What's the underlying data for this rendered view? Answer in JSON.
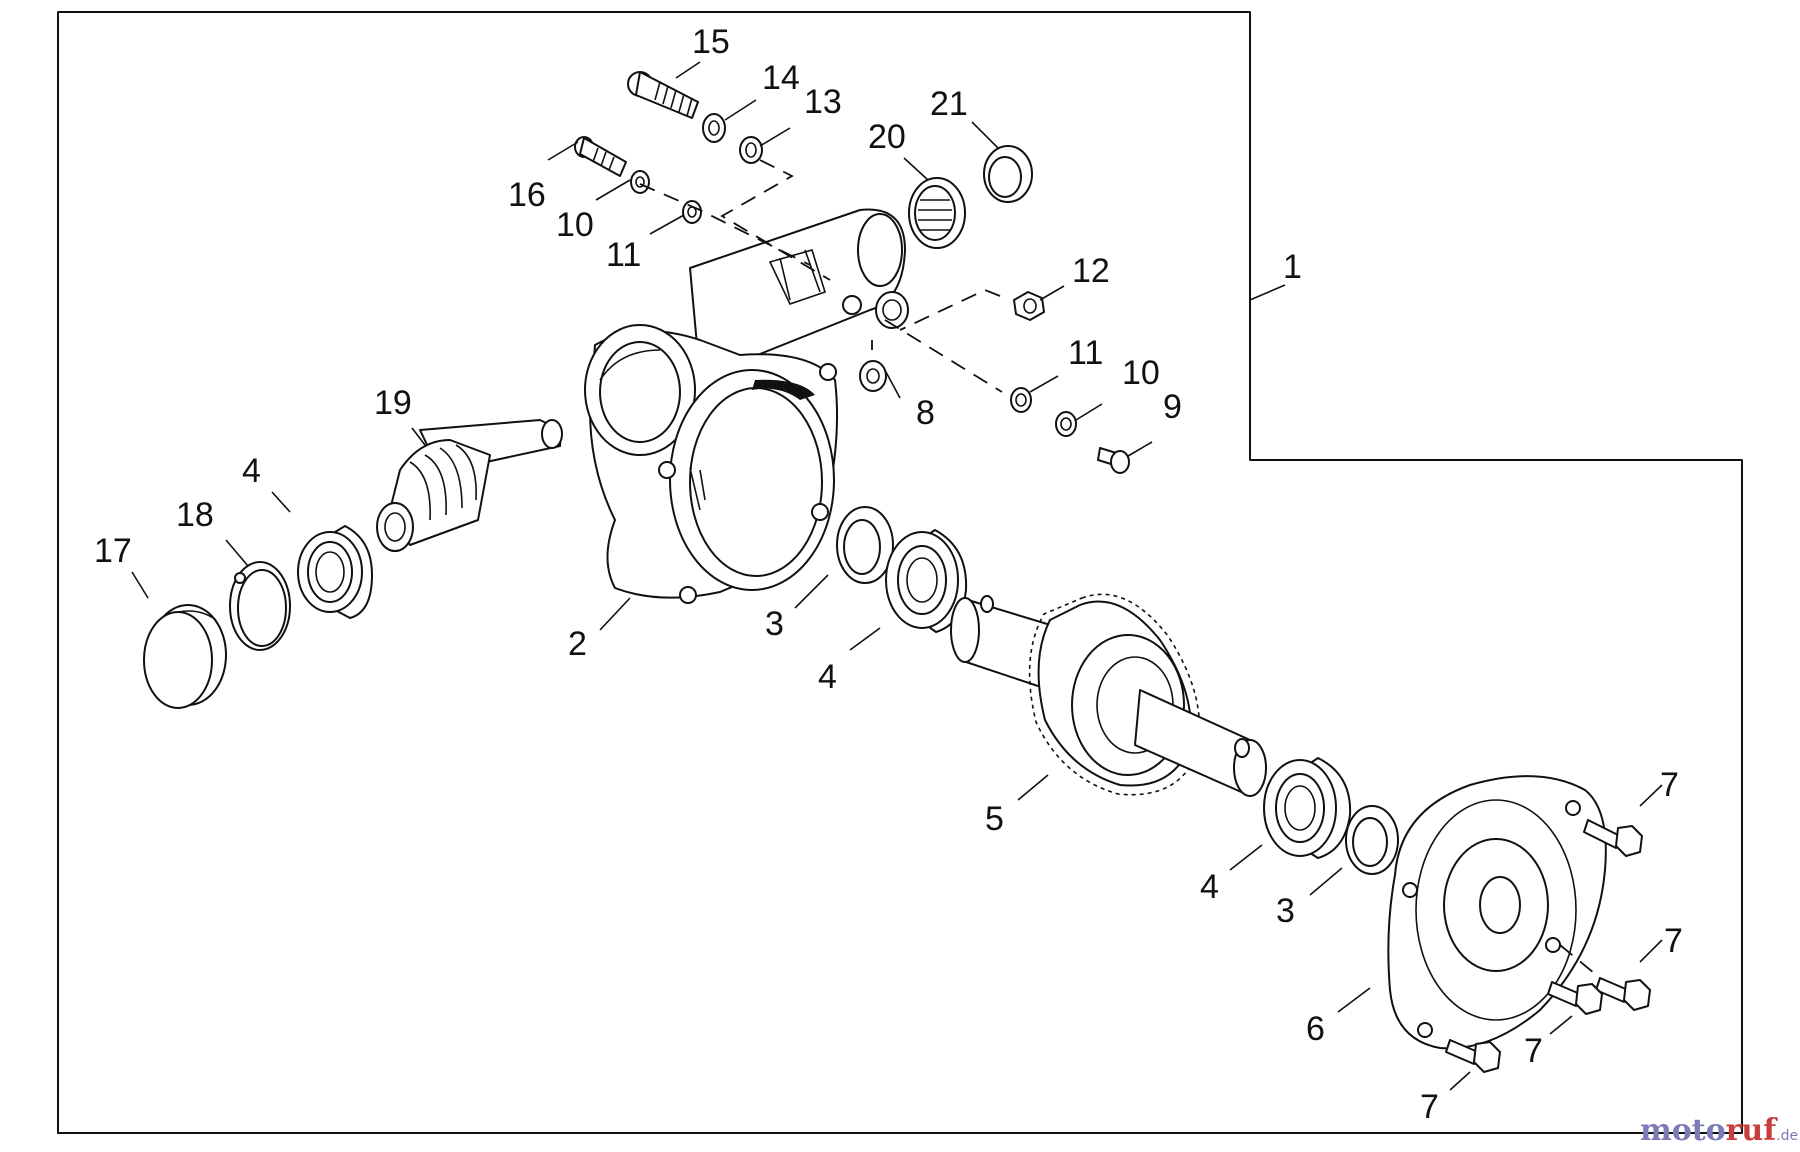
{
  "diagram": {
    "part_numbers": [
      "1",
      "2",
      "3",
      "3",
      "4",
      "4",
      "4",
      "5",
      "6",
      "7",
      "7",
      "7",
      "7",
      "8",
      "9",
      "10",
      "10",
      "11",
      "11",
      "12",
      "13",
      "14",
      "15",
      "16",
      "17",
      "18",
      "19",
      "20",
      "21"
    ]
  },
  "watermark": {
    "part1": "moto",
    "part2": "ruf",
    "suffix": ".de"
  }
}
